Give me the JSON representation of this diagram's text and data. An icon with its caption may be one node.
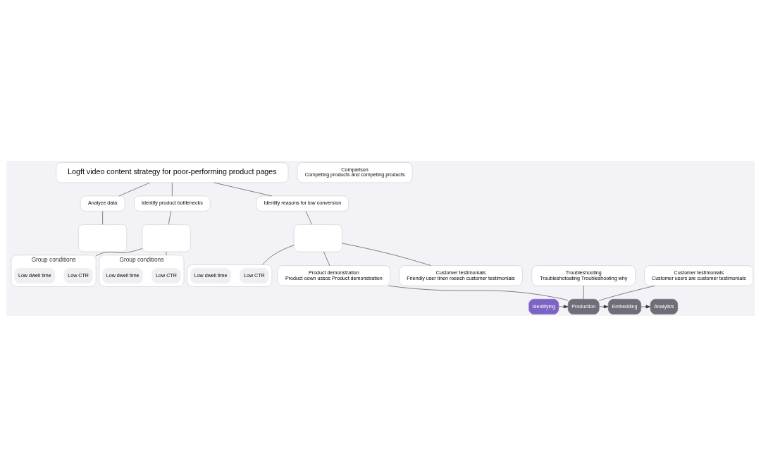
{
  "diagram": {
    "nodes": [
      {
        "text": [
          "Logft video content strategy for poor-performing product pages"
        ]
      },
      {
        "text": [
          "Analyze data"
        ]
      },
      {
        "text": [
          "Identify product bottlenecks"
        ]
      },
      {
        "text": [
          "Identify reasons for low conversion"
        ]
      },
      {
        "text": [],
        "shape": "box"
      },
      {
        "text": [],
        "shape": "box"
      },
      {
        "text": [],
        "shape": "box"
      },
      {
        "text": [
          "Group conditions"
        ]
      },
      {
        "text": [
          "Low CTR"
        ],
        "in": 7
      },
      {
        "text": [
          "Low dwell time"
        ],
        "in": 7
      },
      {
        "text": [
          "Group conditions"
        ]
      },
      {
        "text": [
          "Low CTR"
        ],
        "in": 10
      },
      {
        "text": [
          "Low dwell time"
        ],
        "in": 10
      },
      {
        "text": [],
        "shape": "box"
      },
      {
        "text": [
          "Low CTR"
        ],
        "in": 13
      },
      {
        "text": [
          "Low dwell time"
        ],
        "in": 13
      },
      {
        "text": [
          "Product demonstration",
          "Product oown ussos Product demonstration"
        ]
      },
      {
        "text": [
          "Troubleshooting",
          "Troubleshotoating Troubleshooting why"
        ]
      },
      {
        "text": [
          "Customer testimonials",
          "Customer users are customer testimonials"
        ]
      },
      {
        "text": [
          "Identifying"
        ]
      },
      {
        "text": [
          "Production"
        ]
      },
      {
        "text": [
          "Embedding"
        ]
      },
      {
        "text": [
          "Analytics"
        ]
      },
      {
        "text": [
          "Comparison",
          "Competing products and competing products"
        ]
      },
      {
        "text": [
          "Customer testimonials",
          "Friendly user tinen roeech customer testimonials"
        ]
      }
    ],
    "edges": [
      {
        "from": 0,
        "to": 1,
        "arrow": "none"
      },
      {
        "from": 0,
        "to": 2,
        "arrow": "none"
      },
      {
        "from": 0,
        "to": 3,
        "arrow": "none"
      },
      {
        "from": 1,
        "to": 4,
        "arrow": "none"
      },
      {
        "from": 2,
        "to": 5,
        "arrow": "none"
      },
      {
        "from": 3,
        "to": 6,
        "arrow": "none"
      },
      {
        "from": 5,
        "to": 7,
        "arrow": "none"
      },
      {
        "from": 5,
        "to": 10,
        "arrow": "none"
      },
      {
        "from": 6,
        "to": 13,
        "arrow": "none"
      },
      {
        "from": 6,
        "to": 16,
        "arrow": "none"
      },
      {
        "from": 6,
        "to": 24,
        "arrow": "none"
      },
      {
        "from": 16,
        "to": 20,
        "arrow": "none"
      },
      {
        "from": 17,
        "to": 20,
        "arrow": "none"
      },
      {
        "from": 18,
        "to": 20,
        "arrow": "none"
      },
      {
        "from": 19,
        "to": 20,
        "arrow": "to"
      },
      {
        "from": 20,
        "to": 21,
        "arrow": "to"
      },
      {
        "from": 21,
        "to": 22,
        "arrow": "to"
      }
    ]
  }
}
